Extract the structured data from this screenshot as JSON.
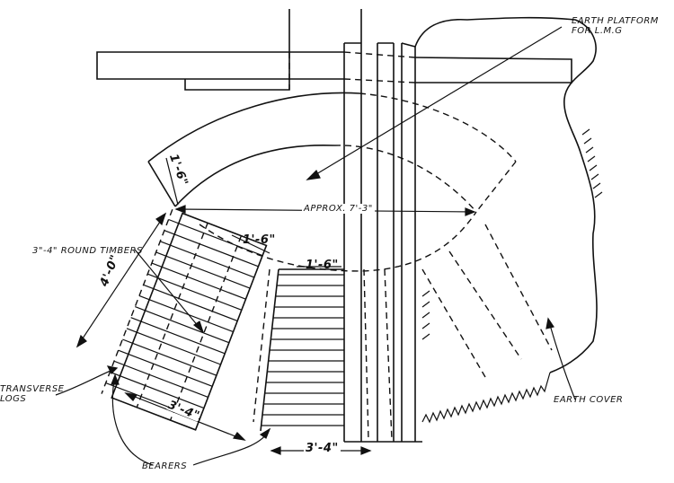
{
  "labels": {
    "platform": "EARTH PLATFORM\nFOR L.M.G",
    "width_dim": "APPROX. 7'-3\"",
    "top_bay_dim": "1'-6\"",
    "left_bay_dim": "1'-6\"",
    "mid_bay_dim": "1'-6\"",
    "height_dim": "4'-0\"",
    "timbers": "3\"-4\" ROUND TIMBERS",
    "logs": "TRANSVERSE\nLOGS",
    "left_len_dim": "3'-4\"",
    "bottom_len_dim": "3'-4\"",
    "bearers": "BEARERS",
    "earth": "EARTH COVER"
  }
}
